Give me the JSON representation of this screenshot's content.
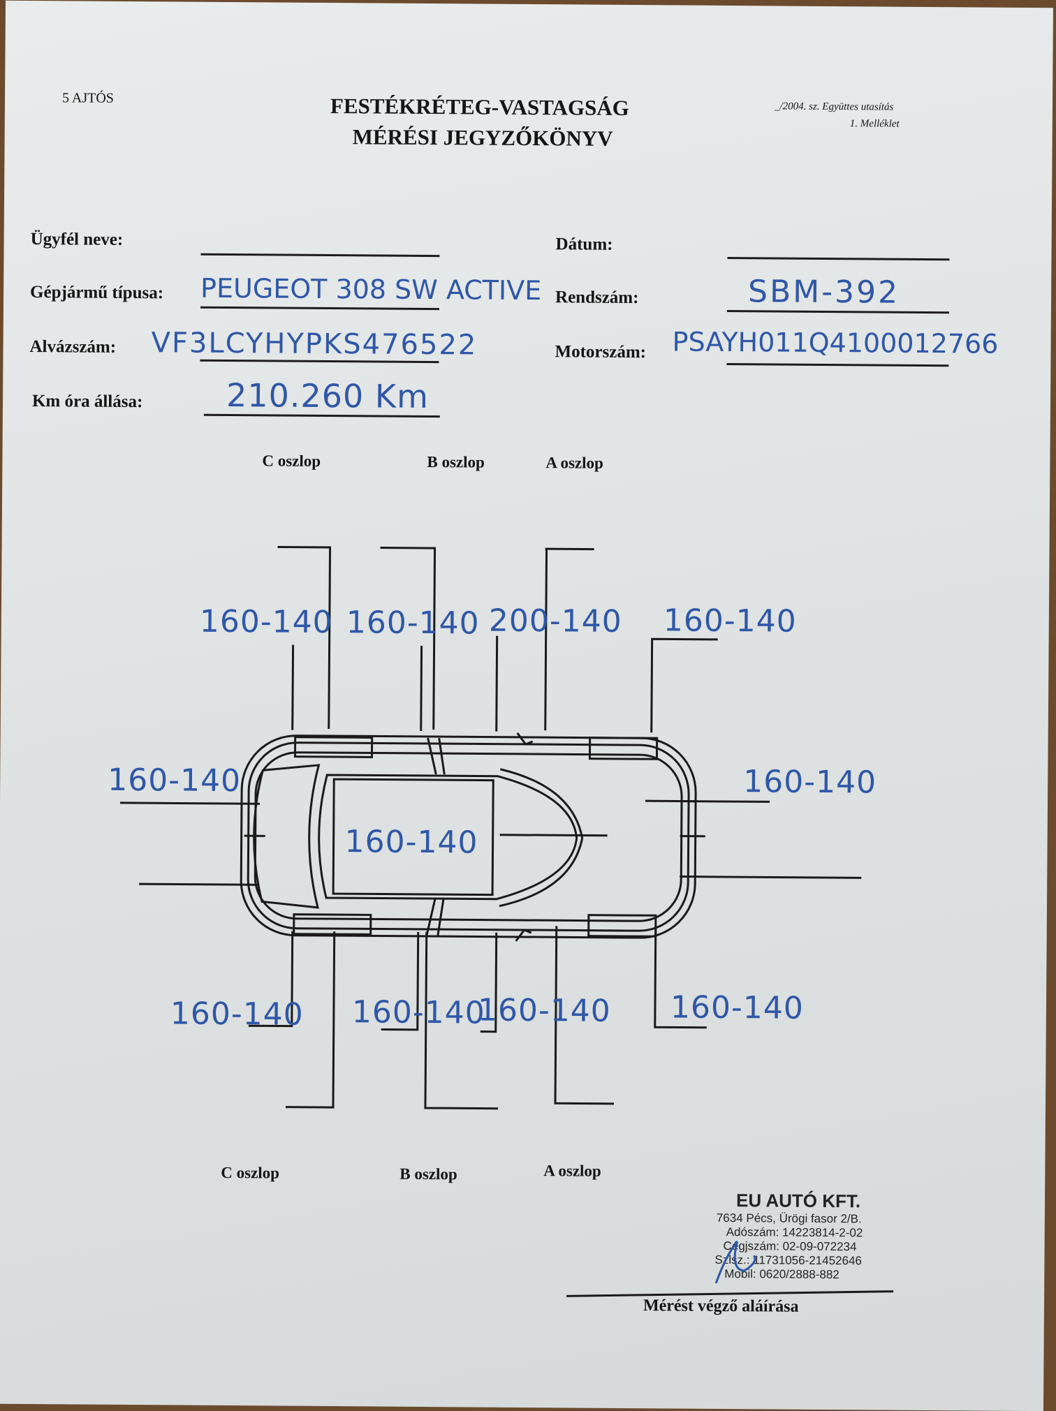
{
  "header": {
    "doors": "5 AJTÓS",
    "title_line1": "FESTÉKRÉTEG-VASTAGSÁG",
    "title_line2": "MÉRÉSI JEGYZŐKÖNYV",
    "note_line1": "_/2004. sz. Együttes utasítás",
    "note_line2": "1. Melléklet"
  },
  "form": {
    "client_label": "Ügyfél neve:",
    "client_value": "",
    "date_label": "Dátum:",
    "date_value": "",
    "vehicle_label": "Gépjármű típusa:",
    "vehicle_value": "PEUGEOT 308 SW ACTIVE",
    "plate_label": "Rendszám:",
    "plate_value": "SBM-392",
    "chassis_label": "Alvázszám:",
    "chassis_value": "VF3LCYHYPKS476522",
    "engine_label": "Motorszám:",
    "engine_value": "PSAYH011Q4100012766",
    "km_label": "Km óra állása:",
    "km_value": "210.260 Km"
  },
  "diagram": {
    "top_labels": [
      "C oszlop",
      "B oszlop",
      "A oszlop"
    ],
    "bottom_labels": [
      "C oszlop",
      "B oszlop",
      "A oszlop"
    ],
    "measurements": {
      "top_rear_quarter": "160-140",
      "top_rear_door": "160-140",
      "top_front_door": "200-140",
      "top_front_fender": "160-140",
      "rear": "160-140",
      "roof": "160-140",
      "hood": "160-140",
      "bottom_rear_quarter": "160-140",
      "bottom_rear_door": "160-140",
      "bottom_front_door": "160-140",
      "bottom_front_fender": "160-140"
    }
  },
  "stamp": {
    "company": "EU AUTÓ KFT.",
    "address": "7634 Pécs, Ürögi fasor 2/B.",
    "tax": "Adószám: 14223814-2-02",
    "reg": "Cégjszám: 02-09-072234",
    "bank": "Szlsz.: 11731056-21452646",
    "mobile": "Mobil: 0620/2888-882"
  },
  "footer": {
    "signature_label": "Mérést végző aláírása"
  }
}
